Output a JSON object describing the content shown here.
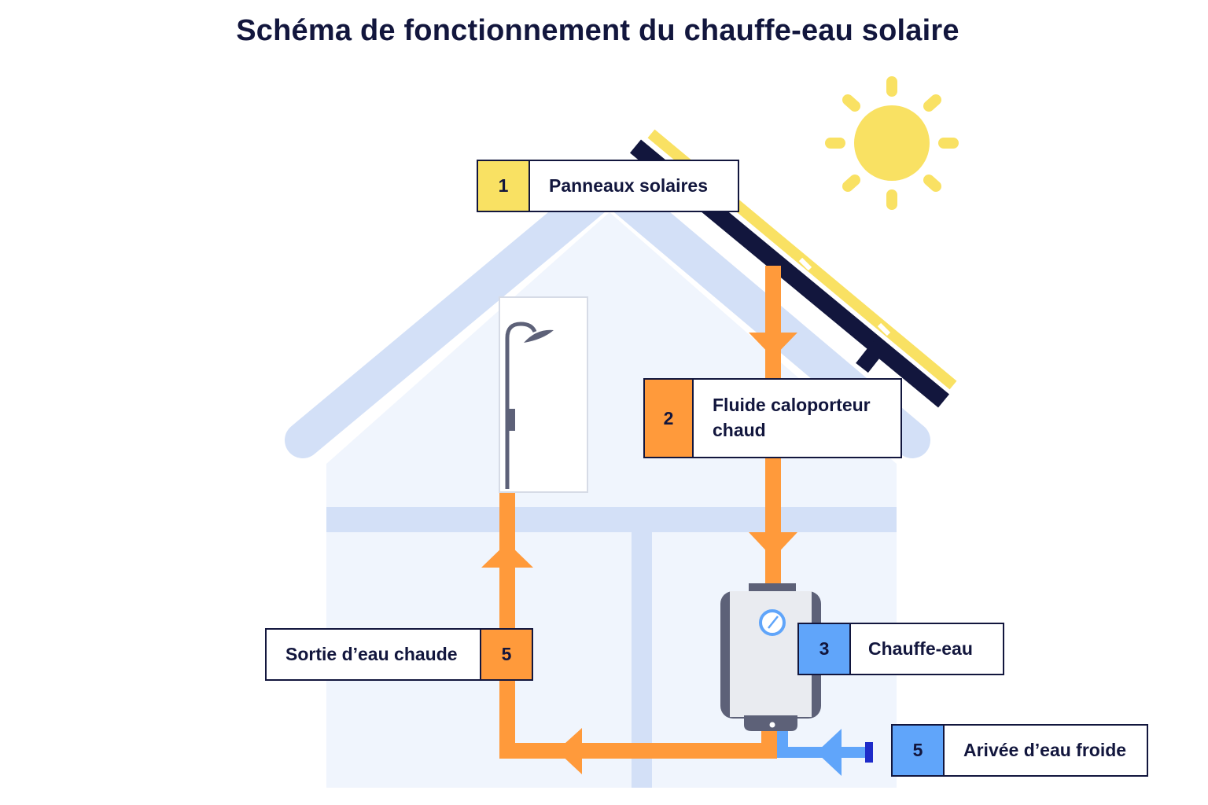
{
  "title": "Schéma de fonctionnement du chauffe-eau solaire",
  "colors": {
    "navy": "#12163d",
    "sun_yellow": "#f9e163",
    "hot_orange": "#ff9a3b",
    "cold_blue": "#60a5fa",
    "house_roof": "#d3e0f7",
    "house_wall": "#f0f5fd"
  },
  "icons": [
    "sun-icon",
    "solar-panel-icon",
    "shower-icon",
    "water-heater-icon",
    "thermometer-gauge-icon",
    "flow-arrow-icon"
  ],
  "labels": {
    "panels": {
      "number": "1",
      "text": "Panneaux solaires"
    },
    "fluid": {
      "number": "2",
      "text_line1": "Fluide caloporteur",
      "text_line2": "chaud"
    },
    "heater": {
      "number": "3",
      "text": "Chauffe-eau"
    },
    "hot_out": {
      "number": "5",
      "text": "Sortie d’eau chaude"
    },
    "cold_in": {
      "number": "5",
      "text": "Arivée d’eau froide"
    }
  }
}
